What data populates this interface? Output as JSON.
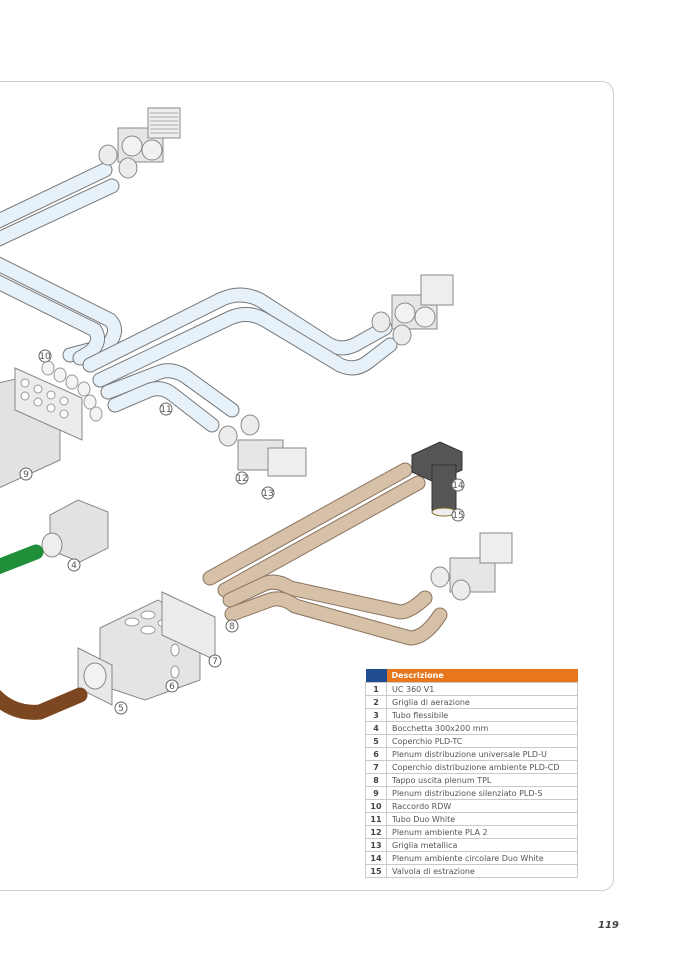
{
  "diagram": {
    "title": "",
    "callouts": [
      "4",
      "5",
      "6",
      "7",
      "8",
      "9",
      "10",
      "11",
      "12",
      "13",
      "14",
      "15"
    ],
    "colors": {
      "duct_white": "#e6f1fa",
      "duct_beige": "#d7c0a8",
      "duct_green": "#1f8f3a",
      "duct_brown": "#7b4620",
      "component_grey": "#e2e2e2",
      "plenum_dark": "#555555",
      "header_blue": "#1f4d8f",
      "header_orange": "#e8761c"
    }
  },
  "legend": {
    "header_num": "",
    "header_desc": "Descrizione",
    "rows": [
      {
        "num": "1",
        "desc": "UC 360 V1"
      },
      {
        "num": "2",
        "desc": "Griglia di aerazione"
      },
      {
        "num": "3",
        "desc": "Tubo flessibile"
      },
      {
        "num": "4",
        "desc": "Bocchetta 300x200 mm"
      },
      {
        "num": "5",
        "desc": "Coperchio PLD-TC"
      },
      {
        "num": "6",
        "desc": "Plenum distribuzione universale PLD-U"
      },
      {
        "num": "7",
        "desc": "Coperchio distribuzione ambiente PLD-CD"
      },
      {
        "num": "8",
        "desc": "Tappo uscita plenum TPL"
      },
      {
        "num": "9",
        "desc": "Plenum distribuzione silenziato PLD-S"
      },
      {
        "num": "10",
        "desc": "Raccordo RDW"
      },
      {
        "num": "11",
        "desc": "Tubo Duo White"
      },
      {
        "num": "12",
        "desc": "Plenum ambiente PLA 2"
      },
      {
        "num": "13",
        "desc": "Griglia metallica"
      },
      {
        "num": "14",
        "desc": "Plenum ambiente circolare Duo White"
      },
      {
        "num": "15",
        "desc": "Valvola di estrazione"
      }
    ]
  },
  "page": {
    "number": "119"
  }
}
